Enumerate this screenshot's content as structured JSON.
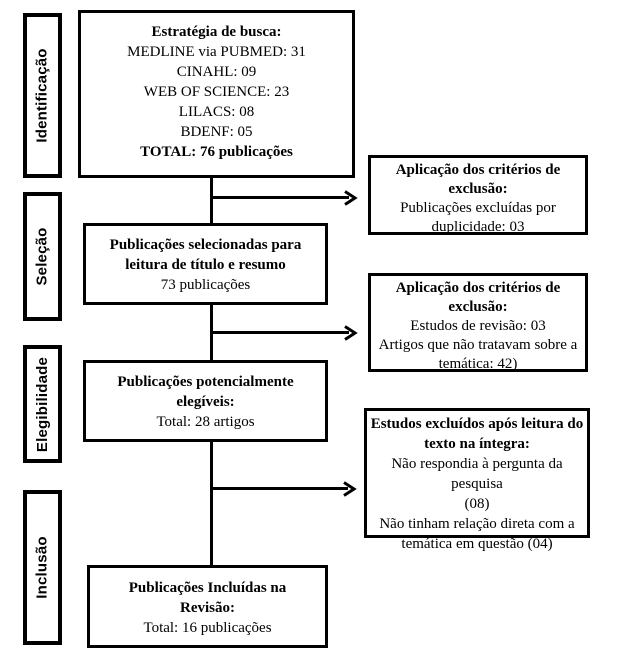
{
  "page": {
    "background": "#ffffff",
    "ink": "#000000"
  },
  "stages": [
    {
      "label": "Identificação"
    },
    {
      "label": "Seleção"
    },
    {
      "label": "Elegibilidade"
    },
    {
      "label": "Inclusão"
    }
  ],
  "flow": {
    "search": {
      "title": "Estratégia de busca:",
      "lines": [
        "MEDLINE via PUBMED: 31",
        "CINAHL: 09",
        "WEB OF SCIENCE: 23",
        "LILACS: 08",
        "BDENF: 05"
      ],
      "total": "TOTAL: 76 publicações"
    },
    "selection": {
      "bold_lines": [
        "Publicações selecionadas para",
        "leitura de título e resumo"
      ],
      "lines": [
        "73 publicações"
      ]
    },
    "eligibility": {
      "bold_lines": [
        "Publicações potencialmente",
        "elegíveis:"
      ],
      "lines": [
        "Total: 28 artigos"
      ]
    },
    "inclusion": {
      "bold_lines": [
        "Publicações Incluídas na",
        "Revisão:"
      ],
      "lines": [
        "Total: 16 publicações"
      ]
    }
  },
  "exclusions": {
    "duplicates": {
      "bold_lines": [
        "Aplicação dos critérios de",
        "exclusão:"
      ],
      "lines": [
        "Publicações excluídas por",
        "duplicidade: 03"
      ]
    },
    "screening": {
      "bold_lines": [
        "Aplicação dos critérios de",
        "exclusão:"
      ],
      "lines": [
        "Estudos de revisão: 03",
        "Artigos que não tratavam sobre a",
        "temática: 42)"
      ]
    },
    "fulltext": {
      "bold_lines": [
        "Estudos excluídos após leitura do",
        "texto na íntegra:"
      ],
      "lines": [
        "Não respondia à pergunta da pesquisa",
        "(08)",
        "Não tinham relação direta com a",
        "temática em questão (04)"
      ]
    }
  }
}
